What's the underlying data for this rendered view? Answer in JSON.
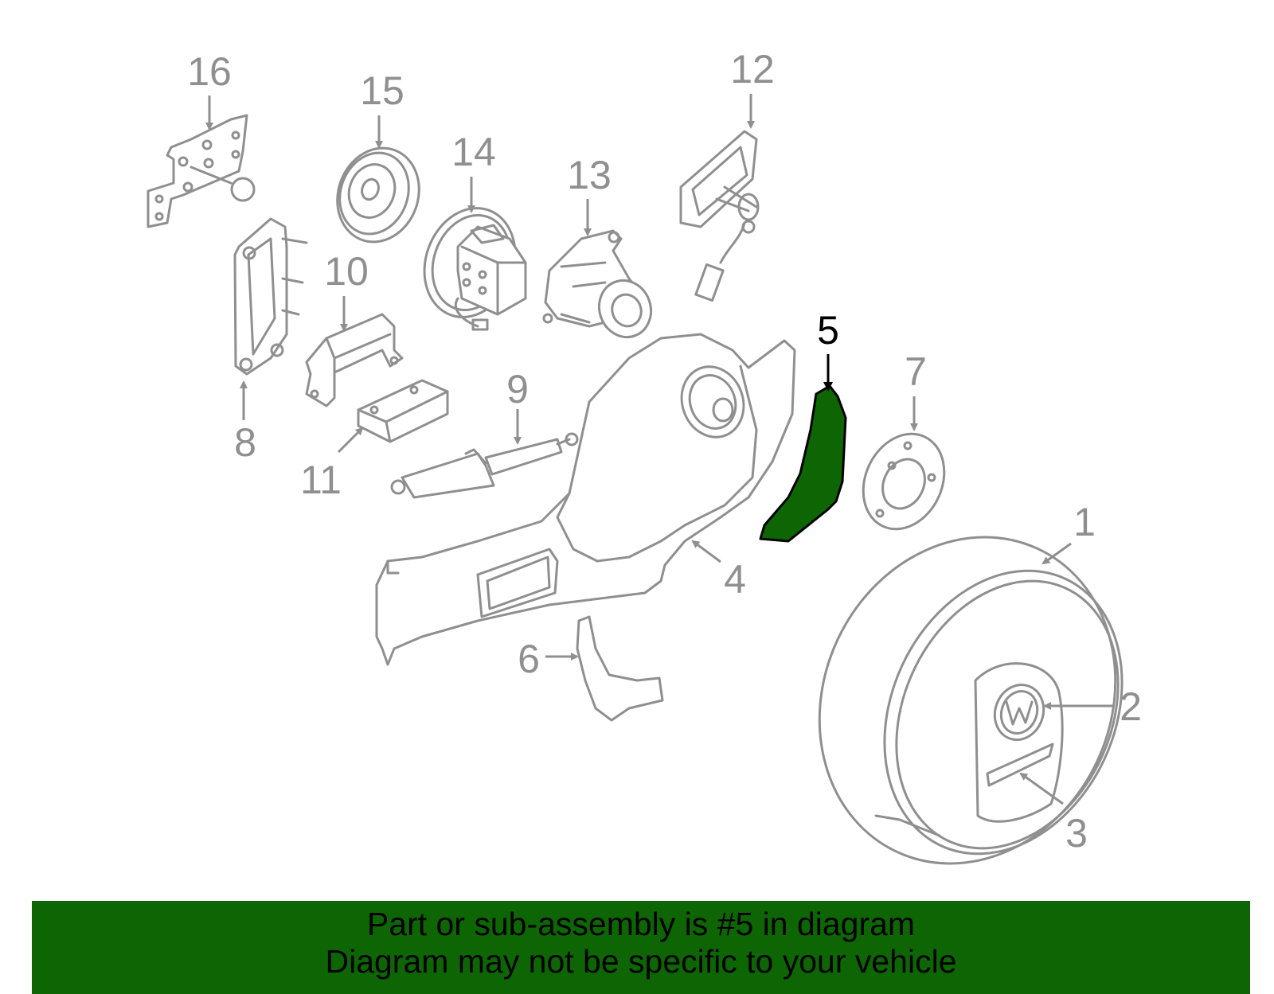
{
  "diagram": {
    "highlighted_part": "5",
    "highlight_color": "#0d6603",
    "line_color": "#8f8f8f",
    "labels": [
      "1",
      "2",
      "3",
      "4",
      "5",
      "6",
      "7",
      "8",
      "9",
      "10",
      "11",
      "12",
      "13",
      "14",
      "15",
      "16"
    ]
  },
  "banner": {
    "line1": "Part or sub-assembly is #5 in diagram",
    "line2": "Diagram may not be specific to your vehicle",
    "background": "#0d6603"
  }
}
